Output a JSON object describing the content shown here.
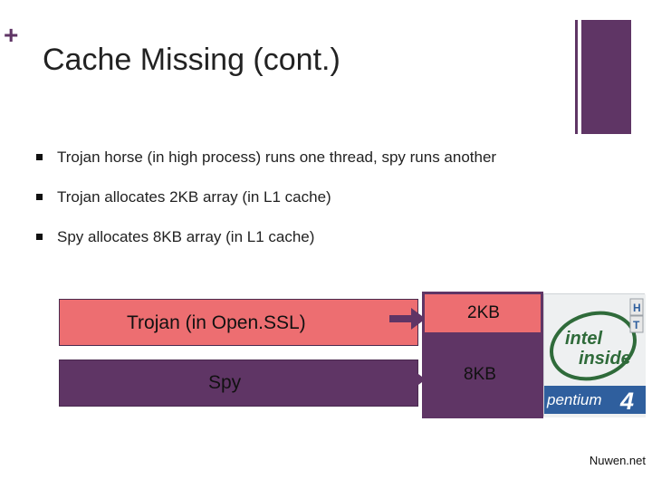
{
  "slide": {
    "marker": "+",
    "title": "Cache Missing (cont.)",
    "bullets": [
      {
        "text": "Trojan horse (in high process) runs one thread, spy runs another"
      },
      {
        "text": "Trojan allocates 2KB array (in L1 cache)"
      },
      {
        "text": "Spy allocates 8KB array (in L1 cache)"
      }
    ],
    "diagram": {
      "trojan_label": "Trojan (in Open.SSL)",
      "spy_label": "Spy",
      "cache_2kb_label": "2KB",
      "cache_8kb_label": "8KB"
    },
    "logo": {
      "brand_line1": "intel",
      "brand_line2": "inside",
      "product": "pentium",
      "version": "4",
      "ht_top": "H",
      "ht_bottom": "T"
    },
    "credit": "Nuwen.net"
  },
  "colors": {
    "accent_purple": "#5f3565",
    "trojan_red": "#ed6e71",
    "intel_green": "#2f6b3a",
    "intel_blue": "#2f5f9e"
  },
  "icons": {
    "arrow": "right-arrow-icon",
    "logo": "intel-pentium-4-logo"
  }
}
